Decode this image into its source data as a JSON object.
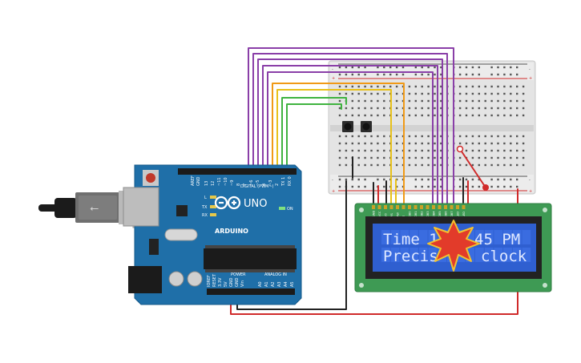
{
  "arduino": {
    "brand": "ARDUINO",
    "model": "UNO",
    "digital_header": "DIGITAL (PWM~)",
    "power_header": "POWER",
    "analog_header": "ANALOG IN",
    "on_label": "ON",
    "led_l": "L",
    "led_tx": "TX",
    "led_rx": "RX",
    "aref": "AREF",
    "gnd": "GND",
    "digital_pins": [
      "13",
      "12",
      "~11",
      "~10",
      "~9",
      "8",
      "7",
      "~6",
      "~5",
      "4",
      "~3",
      "2",
      "TX 1",
      "RX 0"
    ],
    "power_pins": [
      "IOREF",
      "RESET",
      "3.3V",
      "5V",
      "GND",
      "GND",
      "Vin"
    ],
    "analog_pins": [
      "A0",
      "A1",
      "A2",
      "A3",
      "A4",
      "A5"
    ]
  },
  "lcd": {
    "line1": "Time 1",
    "line1_tail": "45 PM",
    "line2": "Precis",
    "line2_tail": "clock",
    "pins": [
      "GND",
      "VCC",
      "V0",
      "RS",
      "RW",
      "E",
      "DB0",
      "DB1",
      "DB2",
      "DB3",
      "DB4",
      "DB5",
      "DB6",
      "DB7",
      "LED",
      "LED"
    ]
  },
  "colors": {
    "arduino_blue": "#1f6fa8",
    "breadboard": "#e2e2e2",
    "lcd_pcb": "#3e9a54",
    "lcd_screen": "#2f5fd0",
    "wire_purple": "#8a3fa8",
    "wire_orange": "#f09a17",
    "wire_yellow": "#e8c11a",
    "wire_green": "#3fb33f",
    "wire_red": "#d02a2a",
    "wire_black": "#222222"
  }
}
